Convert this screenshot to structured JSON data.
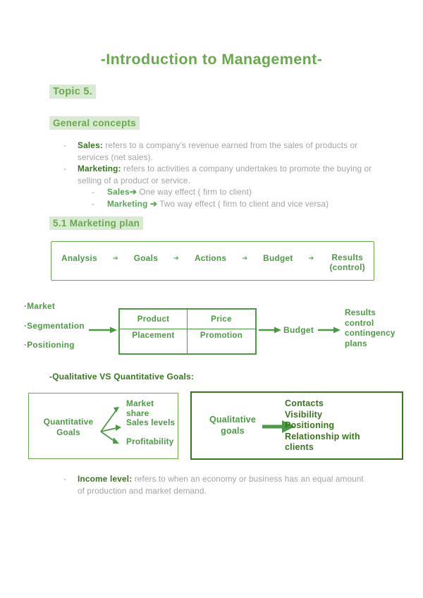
{
  "colors": {
    "green": "#6aa84f",
    "green_dark": "#38761d",
    "green_mid": "#4d9a45",
    "green_bright": "#55a753",
    "highlight": "#d9ead3",
    "gray_text": "#a3a3a3"
  },
  "icons": {
    "dash": "-",
    "arrow_right": "➔"
  },
  "header": {
    "title": "-Introduction to Management-",
    "topic": "Topic 5."
  },
  "general": {
    "heading": "General concepts",
    "items": [
      {
        "term": "Sales:",
        "text": "refers to a company’s revenue earned from the sales of products or services (net sales)."
      },
      {
        "term": "Marketing:",
        "text": "refers to activities a company undertakes to promote the buying or selling of a product or service."
      }
    ],
    "sub_items": [
      {
        "term": "Sales➔",
        "text": "One way effect ( firm to client)"
      },
      {
        "term": "Marketing ➔",
        "text": "Two way effect ( firm to client and vice versa)"
      }
    ]
  },
  "marketing_plan": {
    "heading": "5.1 Marketing plan",
    "flow_steps": [
      "Analysis",
      "Goals",
      "Actions",
      "Budget"
    ],
    "flow_result_line1": "Results",
    "flow_result_line2": "(control)"
  },
  "mix": {
    "inputs": [
      "·Market",
      "·Segmentation",
      "·Positioning"
    ],
    "table_cells": [
      "Product",
      "Price",
      "Placement",
      "Promotion"
    ],
    "budget": "Budget",
    "results": [
      "Results",
      "control",
      "contingency",
      "plans"
    ]
  },
  "goals": {
    "heading": "-Qualitative VS Quantitative Goals:",
    "quantitative": {
      "line1": "Quantitative",
      "line2": "Goals",
      "targets": [
        "Market share",
        "Sales levels",
        "Profitability"
      ]
    },
    "qualitative": {
      "line1": "Qualitative",
      "line2": "goals",
      "outcomes": [
        "Contacts",
        "Visibility",
        "Positioning",
        "Relationship with",
        "clients"
      ]
    }
  },
  "income": {
    "term": "Income level:",
    "text": "refers to when an economy or business has an equal amount of production and market demand."
  }
}
